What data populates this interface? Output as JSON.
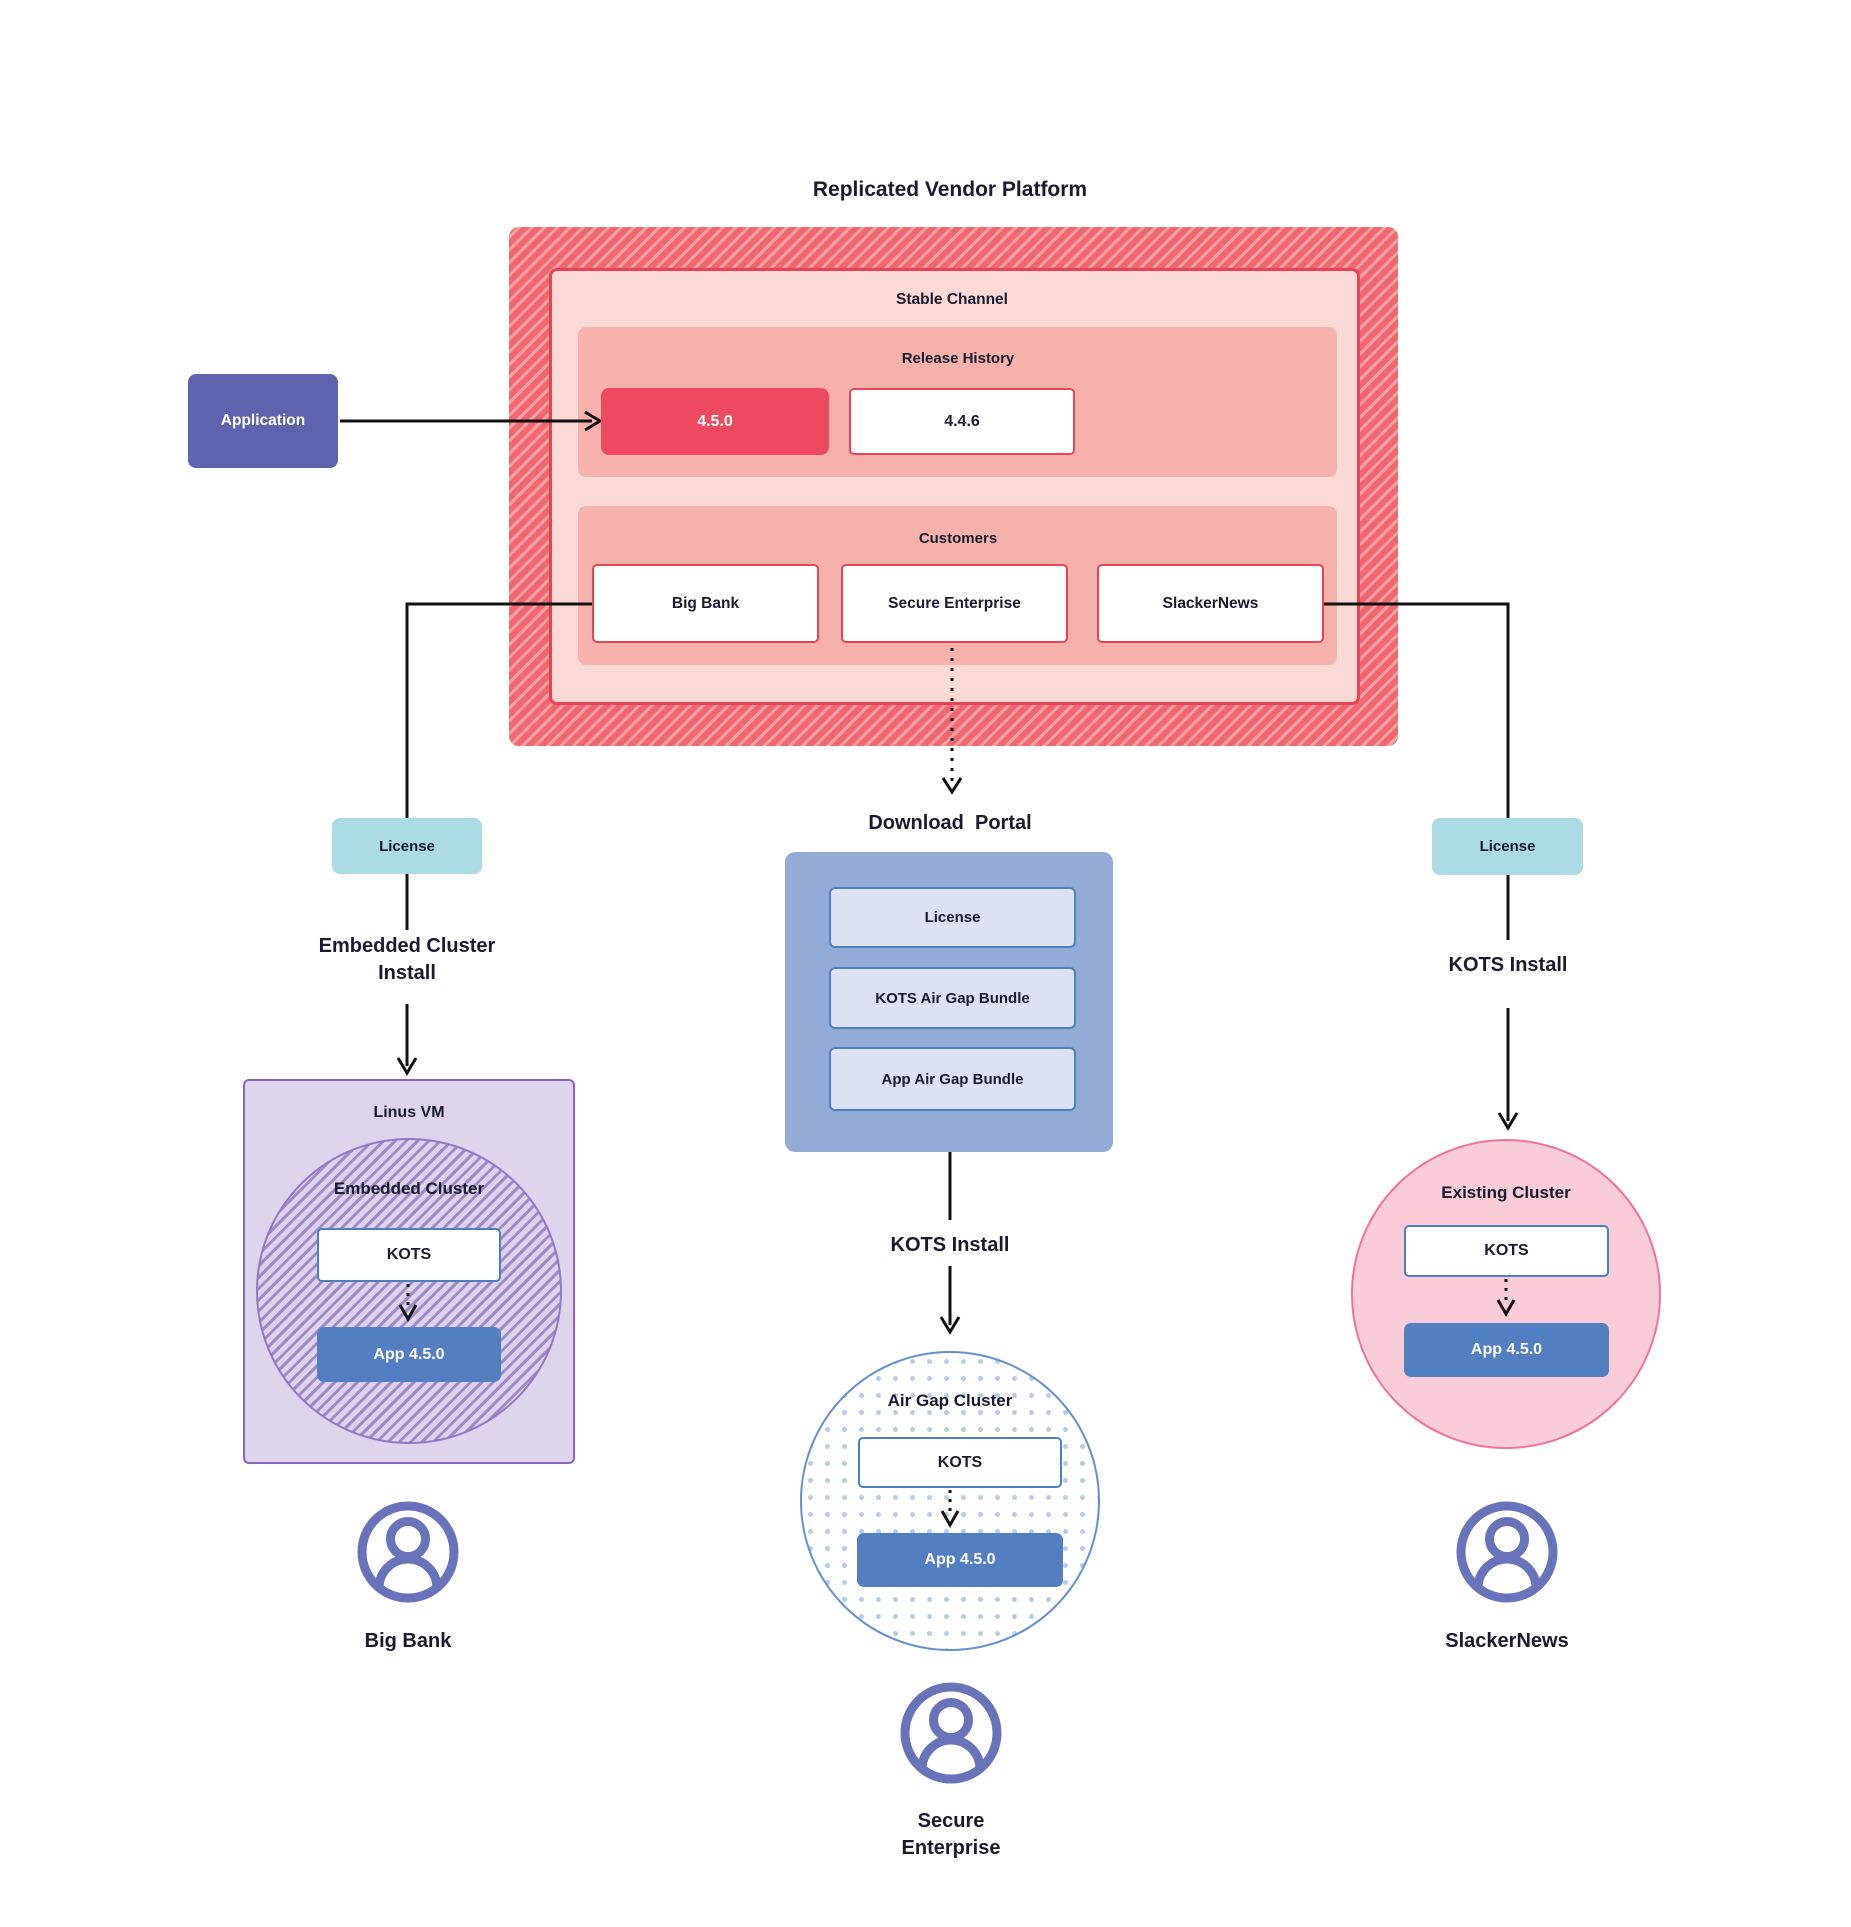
{
  "title": "Replicated Vendor Platform",
  "colors": {
    "hatch_red": "#f1676e",
    "hatch_red_stripe": "#f6a0a4",
    "inner_pink": "#fbdad5",
    "red_border": "#e94358",
    "salmon_panel": "#f7b1ab",
    "release_current": "#ed4a5f",
    "application_indigo": "#5d64ad",
    "license_teal": "#abdce6",
    "portal_blue": "#92abd7",
    "portal_item": "#dce1f4",
    "blue_border": "#4a7fc0",
    "app_blue": "#527fc2",
    "vm_purple_bg": "#ded4ee",
    "vm_purple_border": "#8b64b8",
    "existing_pink": "#f9ccd7",
    "existing_border": "#f0729c",
    "user_icon": "#6973bb",
    "text": "#191930"
  },
  "platform": {
    "stable_channel_label": "Stable Channel",
    "release_history": {
      "label": "Release History",
      "current_version": "4.5.0",
      "previous_version": "4.4.6"
    },
    "customers": {
      "label": "Customers",
      "items": [
        "Big Bank",
        "Secure Enterprise",
        "SlackerNews"
      ]
    }
  },
  "application_label": "Application",
  "left_flow": {
    "license_label": "License",
    "install_label": "Embedded Cluster Install",
    "vm_label": "Linus VM",
    "cluster_label": "Embedded Cluster",
    "kots_label": "KOTS",
    "app_label": "App 4.5.0",
    "user_label": "Big Bank"
  },
  "center_flow": {
    "portal_title": "Download  Portal",
    "portal_items": [
      "License",
      "KOTS Air Gap Bundle",
      "App Air Gap Bundle"
    ],
    "install_label": "KOTS Install",
    "cluster_label": "Air Gap Cluster",
    "kots_label": "KOTS",
    "app_label": "App 4.5.0",
    "user_label": "Secure Enterprise"
  },
  "right_flow": {
    "license_label": "License",
    "install_label": "KOTS Install",
    "cluster_label": "Existing Cluster",
    "kots_label": "KOTS",
    "app_label": "App 4.5.0",
    "user_label": "SlackerNews"
  }
}
